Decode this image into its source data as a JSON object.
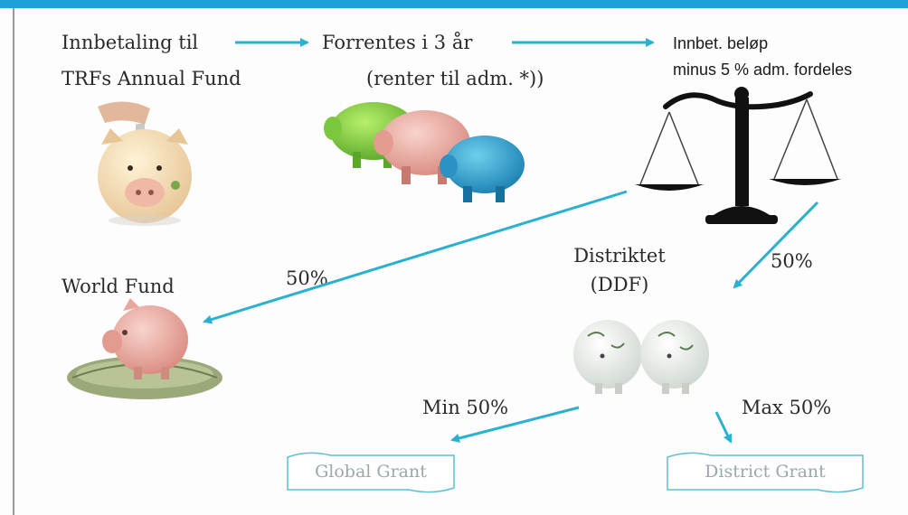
{
  "colors": {
    "accent": "#1ea0d8",
    "arrow": "#2ab0d2",
    "grant_border": "#5fbfd0"
  },
  "flow": {
    "step1": {
      "line1": "Innbetaling til",
      "line2": "TRFs Annual Fund"
    },
    "step2": {
      "line1": "Forrentes i 3 år",
      "line2": "(renter til adm. *))"
    },
    "step3": {
      "line1": "Innbet. beløp",
      "line2": "minus 5 % adm. fordeles"
    }
  },
  "split": {
    "world_fund": "World Fund",
    "world_pct": "50%",
    "district_line1": "Distriktet",
    "district_line2": "(DDF)",
    "district_pct": "50%"
  },
  "ddf_split": {
    "min_label": "Min 50%",
    "max_label": "Max 50%"
  },
  "grants": {
    "global": "Global Grant",
    "district": "District Grant"
  },
  "icons": [
    "piggy-bank-coin-icon",
    "piggy-banks-colorful-icon",
    "balance-scale-icon",
    "piggy-bank-money-nest-icon",
    "ceramic-piggy-banks-icon"
  ]
}
